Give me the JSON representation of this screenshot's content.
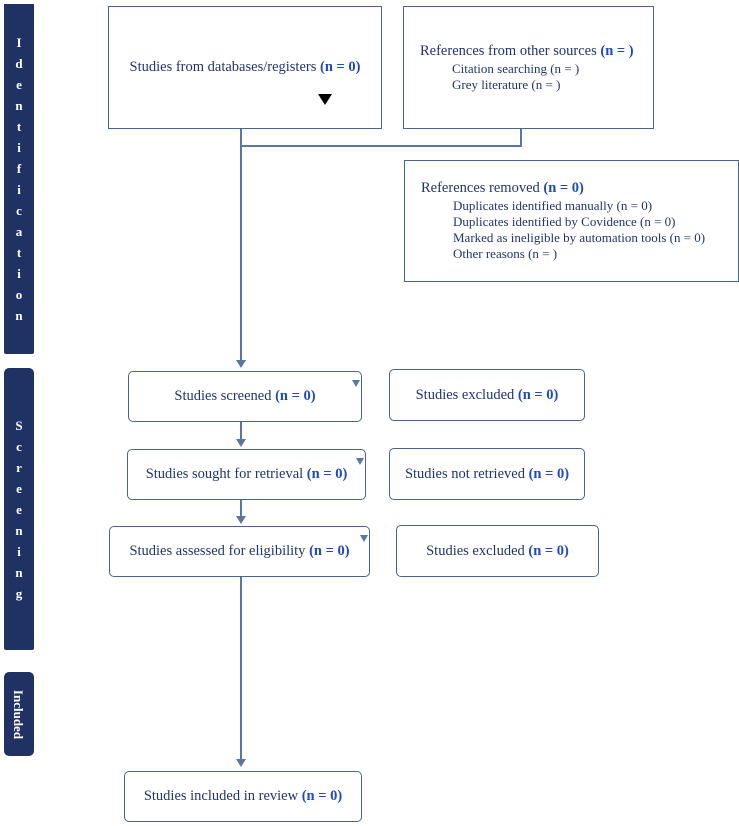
{
  "diagram": {
    "type": "prisma-flow-diagram",
    "colors": {
      "stage_bar_navy": "#1f3263",
      "box_border": "#4a6490",
      "box_text": "#21356b",
      "count_highlight": "#1f49c0",
      "connector": "#5878a4",
      "cursor_marker": "#000000",
      "background": "#ffffff"
    }
  },
  "stages": {
    "identification": {
      "label": "Identification",
      "letters": [
        "I",
        "d",
        "e",
        "n",
        "t",
        "i",
        "f",
        "i",
        "c",
        "a",
        "t",
        "i",
        "o",
        "n"
      ]
    },
    "screening": {
      "label": "Screening",
      "letters": [
        "S",
        "c",
        "r",
        "e",
        "e",
        "n",
        "i",
        "n",
        "g"
      ]
    },
    "included": {
      "label": "Included"
    }
  },
  "boxes": {
    "databases": {
      "title_text": "Studies from databases/registers ",
      "title_count": "(n = 0)"
    },
    "other_sources": {
      "title_text": "References from other sources ",
      "title_count": "(n = )",
      "sub": [
        "Citation searching (n = )",
        "Grey literature (n = )"
      ]
    },
    "references_removed": {
      "title_text": "References removed ",
      "title_count": "(n = 0)",
      "sub": [
        "Duplicates identified manually (n = 0)",
        "Duplicates identified by Covidence (n = 0)",
        "Marked as ineligible by automation tools (n = 0)",
        "Other reasons (n = )"
      ]
    },
    "studies_screened": {
      "title_text": "Studies screened ",
      "title_count": "(n = 0)"
    },
    "studies_excluded_1": {
      "title_text": "Studies excluded ",
      "title_count": "(n = 0)"
    },
    "studies_sought": {
      "title_text": "Studies sought for retrieval ",
      "title_count": "(n = 0)"
    },
    "studies_not_retrieved": {
      "title_text": "Studies not retrieved ",
      "title_count": "(n = 0)"
    },
    "studies_assessed": {
      "title_text": "Studies assessed for eligibility ",
      "title_count": "(n = 0)"
    },
    "studies_excluded_2": {
      "title_text": "Studies excluded ",
      "title_count": "(n = 0)"
    },
    "studies_included": {
      "title_text": "Studies included in review ",
      "title_count": "(n = 0)"
    }
  }
}
